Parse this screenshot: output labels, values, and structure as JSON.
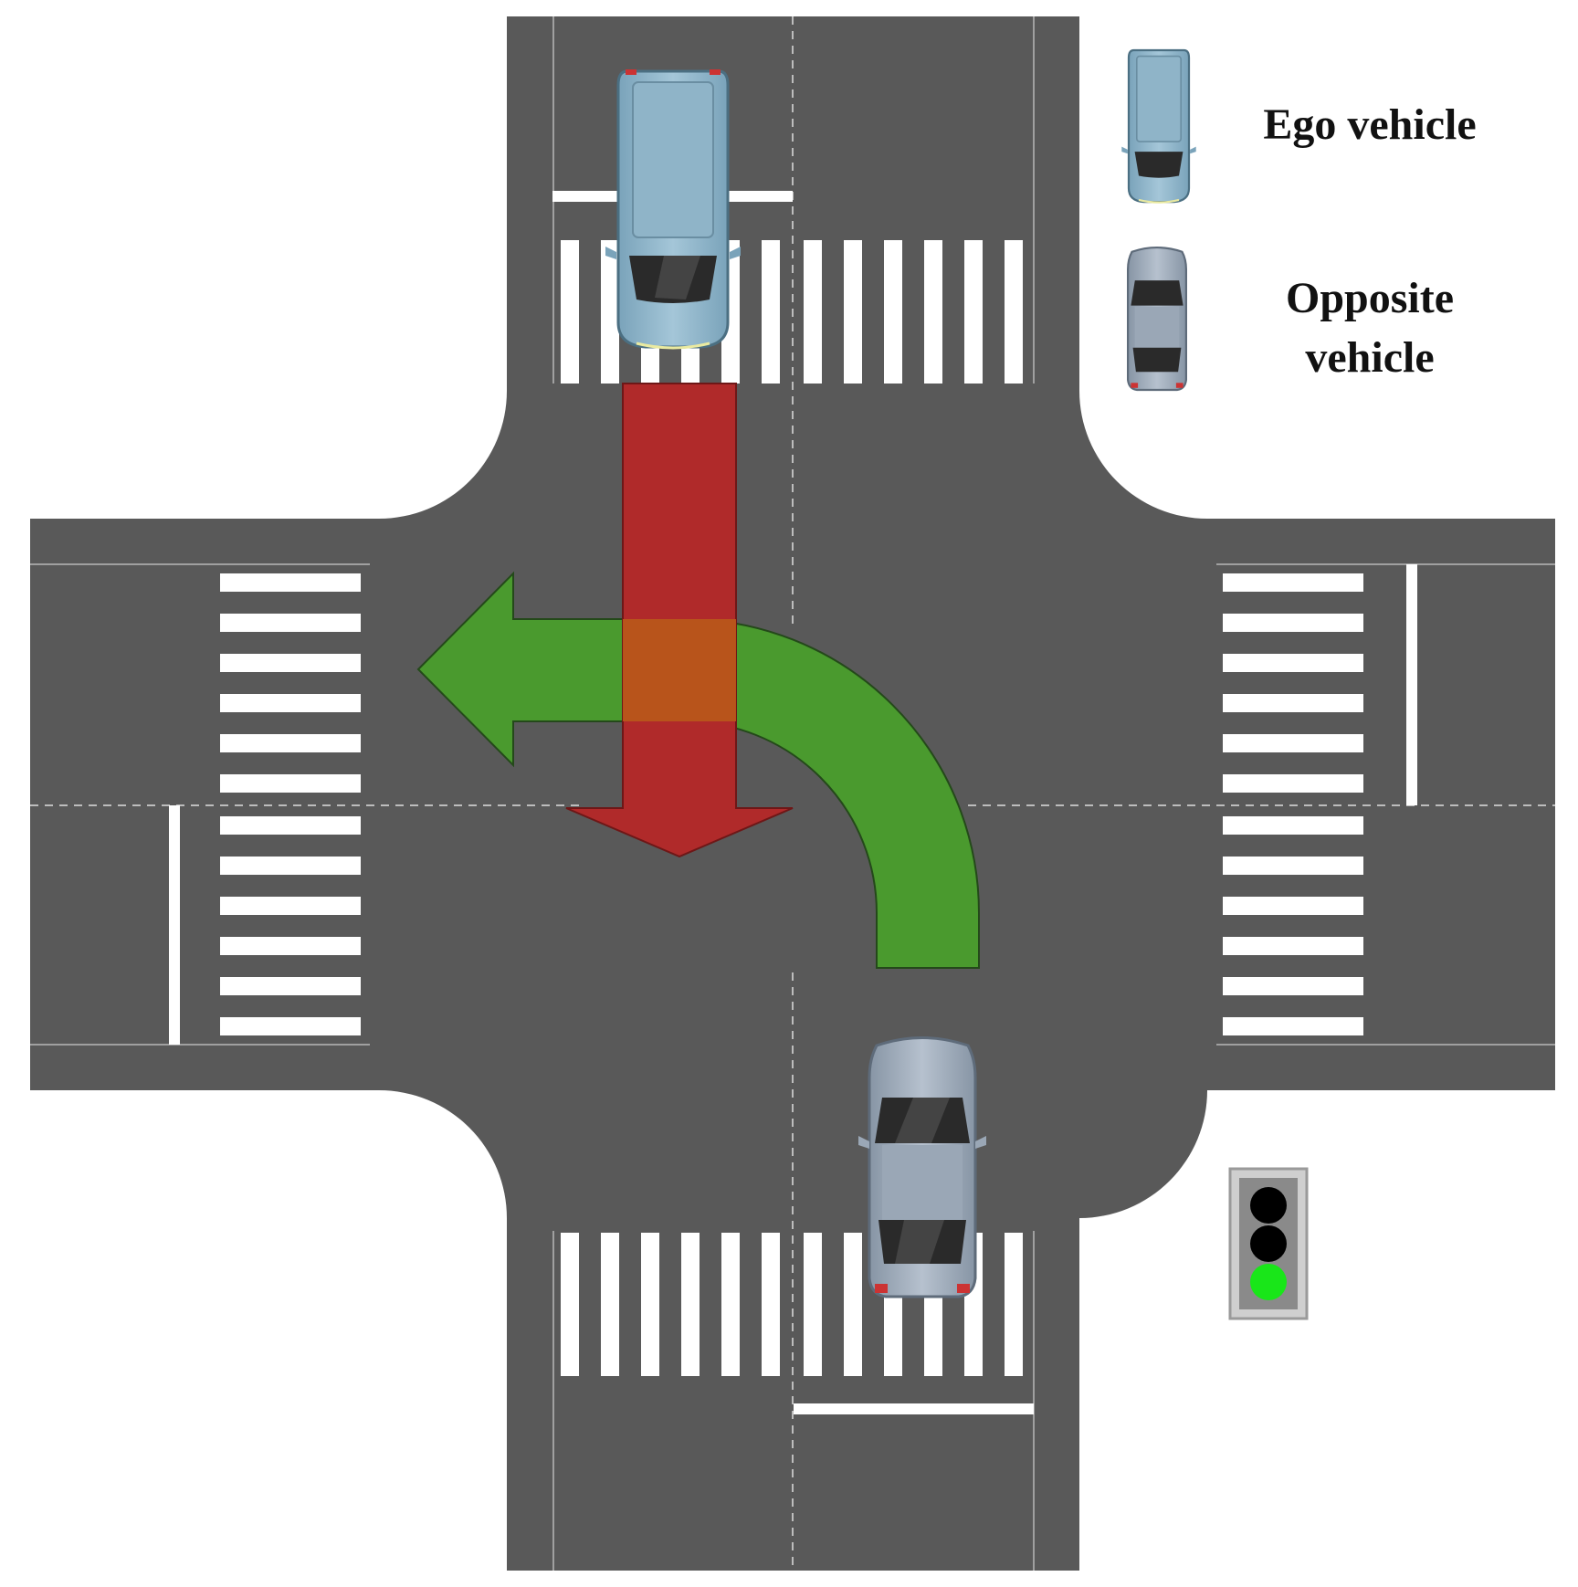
{
  "legend": {
    "ego_label": "Ego vehicle",
    "opposite_label_line1": "Opposite",
    "opposite_label_line2": "vehicle"
  },
  "colors": {
    "road": "#595959",
    "marking": "#ffffff",
    "lane_dash": "#bdbdbd",
    "ego_vehicle": "#8fb4c8",
    "opposite_vehicle": "#9aa7b6",
    "ego_path_arrow": "#b02a2a",
    "opposite_path_arrow": "#4a9a2e",
    "overlap": "#b8561a",
    "signal_housing": "#8a8a8a",
    "signal_off": "#000000",
    "signal_green": "#19e619"
  },
  "icons": {
    "ego": "ego-vehicle-icon",
    "opposite": "opposite-vehicle-icon",
    "signal": "traffic-light-icon"
  },
  "traffic_light": {
    "lamps": [
      "off",
      "off",
      "green"
    ]
  }
}
